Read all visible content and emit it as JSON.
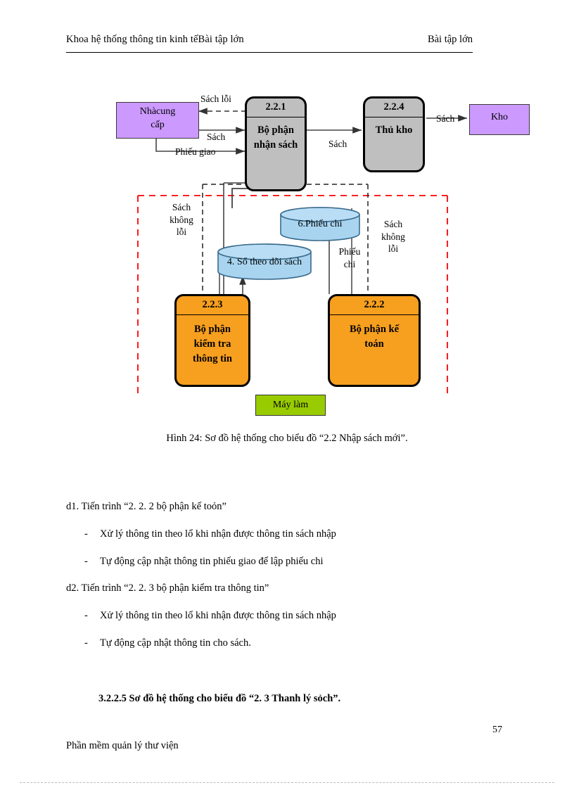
{
  "header": {
    "left": "Khoa hệ thống thông tin kinh tếBài tập lớn",
    "right": "Bài tập lớn"
  },
  "diagram": {
    "external_entities": [
      {
        "id": "nha-cung-cap",
        "line1_a": "Nhà",
        "line1_b": "cung",
        "line2": "cấp"
      },
      {
        "id": "kho",
        "label": "Kho"
      }
    ],
    "processes": [
      {
        "id": "p221",
        "number": "2.2.1",
        "name_line1": "Bộ phận",
        "name_line2": "nhận sách",
        "color": "#bfbfbf"
      },
      {
        "id": "p224",
        "number": "2.2.4",
        "name_line1": "Thủ kho",
        "name_line2": "",
        "color": "#bfbfbf"
      },
      {
        "id": "p223",
        "number": "2.2.3",
        "name_line1": "Bộ phận",
        "name_line2": "kiểm tra",
        "name_line3": "thông tin",
        "color": "#f79f1f"
      },
      {
        "id": "p222",
        "number": "2.2.2",
        "name_line1": "Bộ phận kế",
        "name_line2": "toán",
        "color": "#f79f1f"
      }
    ],
    "data_stores": [
      {
        "id": "store6",
        "label": "6.Phiếu chi"
      },
      {
        "id": "store4",
        "label": "4. Sổ theo dõi sách"
      }
    ],
    "machine_box": {
      "label": "Máy làm"
    },
    "flow_labels": [
      {
        "id": "sach-loi",
        "text": "Sách lỗi"
      },
      {
        "id": "sach-1",
        "text": "Sách"
      },
      {
        "id": "phieu-giao",
        "text": "Phiếu giao"
      },
      {
        "id": "sach-2",
        "text": "Sách"
      },
      {
        "id": "sach-3",
        "text": "Sách"
      },
      {
        "id": "sach-khong-loi-left",
        "line1": "Sách",
        "line2": "không",
        "line3": "lỗi"
      },
      {
        "id": "sach-khong-loi-right",
        "line1": "Sách",
        "line2": "không",
        "line3": "lỗi"
      },
      {
        "id": "phieu-chi",
        "line1": "Phiếu",
        "line2": "chi"
      }
    ],
    "colors": {
      "external_entity_fill": "#cc99ff",
      "process_gray_fill": "#bfbfbf",
      "process_orange_fill": "#f79f1f",
      "data_store_fill": "#a8d4f0",
      "machine_fill": "#99cc00",
      "boundary_dashed": "#ff0000"
    }
  },
  "caption": "Hình 24: Sơ đồ hệ thống cho biểu đồ “2.2 Nhập sách mới”.",
  "body": {
    "d1_title": "d1. Tiến trình “2. 2. 2 bộ phận kế toỏn”",
    "d1_bullets": [
      "Xử lý thông tin theo lổ khi nhận được thông tin sách nhập",
      "Tự động cập nhật thông tin phiếu giao để lập phiếu chi"
    ],
    "d2_title": "d2. Tiến trình “2. 2. 3 bộ phận kiểm tra thông tin”",
    "d2_bullets": [
      "Xử lý thông tin theo lổ khi nhận được thông tin sách nhập",
      "Tự động cập nhật thông tin cho sách."
    ],
    "dash": "-"
  },
  "section_heading": "3.2.2.5 Sơ đồ hệ thống cho biểu đồ “2. 3 Thanh  lý sỏch”.",
  "footer": {
    "left": "Phần mềm quản lý thư viện",
    "page_number": "57"
  }
}
